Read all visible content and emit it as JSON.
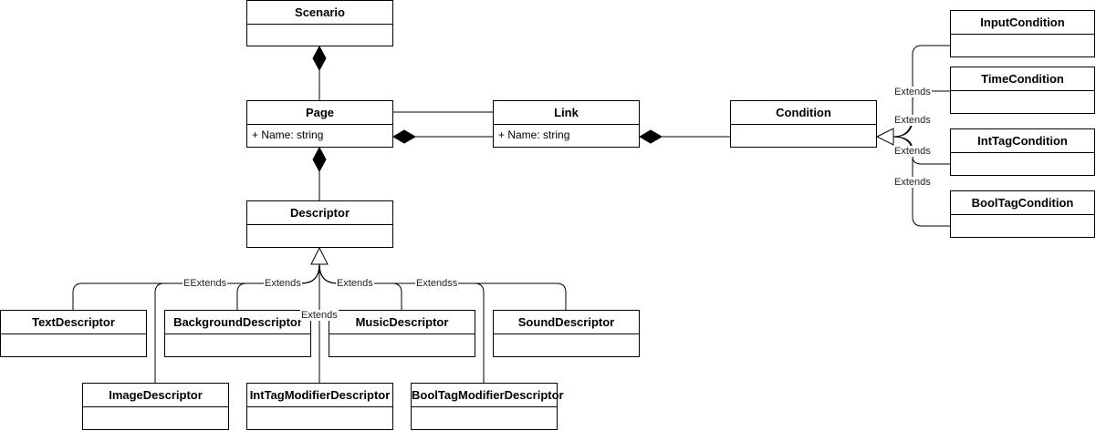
{
  "classes": {
    "scenario": {
      "name": "Scenario"
    },
    "page": {
      "name": "Page",
      "attribute": "+ Name: string"
    },
    "link": {
      "name": "Link",
      "attribute": "+ Name: string"
    },
    "condition": {
      "name": "Condition"
    },
    "descriptor": {
      "name": "Descriptor"
    },
    "input_condition": {
      "name": "InputCondition"
    },
    "time_condition": {
      "name": "TimeCondition"
    },
    "int_tag_condition": {
      "name": "IntTagCondition"
    },
    "bool_tag_condition": {
      "name": "BoolTagCondition"
    },
    "text_descriptor": {
      "name": "TextDescriptor"
    },
    "background_descriptor": {
      "name": "BackgroundDescriptor"
    },
    "music_descriptor": {
      "name": "MusicDescriptor"
    },
    "sound_descriptor": {
      "name": "SoundDescriptor"
    },
    "image_descriptor": {
      "name": "ImageDescriptor"
    },
    "int_tag_modifier_descriptor": {
      "name": "IntTagModifierDescriptor"
    },
    "bool_tag_modifier_descriptor": {
      "name": "BoolTagModifierDescriptor"
    }
  },
  "labels": {
    "extends": "Extends",
    "extends_e": "EExtends",
    "extends_s": "Extendss"
  }
}
